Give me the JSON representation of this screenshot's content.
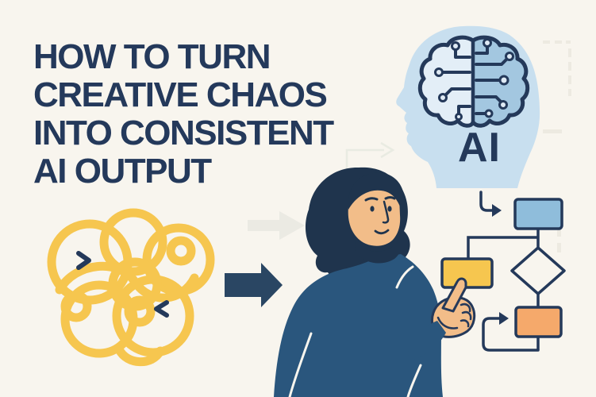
{
  "title": {
    "lines": [
      "HOW TO TURN",
      "CREATIVE CHAOS",
      "INTO CONSISTENT",
      "AI OUTPUT"
    ]
  },
  "ai_head": {
    "label": "AI"
  },
  "colors": {
    "background": "#F8F5EE",
    "navy_outline": "#24395A",
    "title_navy": "#24395B",
    "scribble_yellow": "#F6C64F",
    "arrow_navy": "#2A4663",
    "head_silhouette_blue": "#C8DFEF",
    "brain_left": "#E3EEF7",
    "brain_right": "#A3C7E0",
    "flow_node_blue": "#8FBDDB",
    "flow_node_yellow": "#F6C64F",
    "flow_node_orange": "#F5A96B",
    "decision_diamond_fill": "#F8F5EE",
    "woman_hair": "#1F344D",
    "woman_sweater": "#2A567D",
    "woman_skin": "#F2BD89",
    "faint_decoration": "#EAE9DF"
  }
}
